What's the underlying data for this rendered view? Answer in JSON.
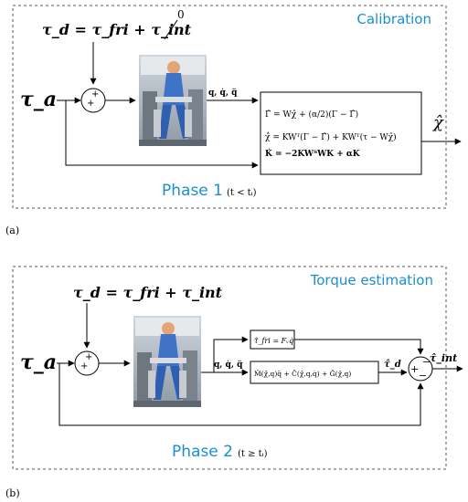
{
  "panels": [
    {
      "tag": "(a)",
      "title": "Calibration",
      "phase_label": "Phase 1",
      "phase_condition": "(t < tᵢ)",
      "disturbance_eq": "τ_d = τ_fri + τ_int",
      "zero_label": "0",
      "input_label": "τ_a",
      "state_label": "q, q̇, q̈",
      "equations": [
        "Γ̂ = Wχ̂ + (α/2)(Γ − Γ̂)",
        "χ̂̇ = KWᵀ(Γ − Γ̂) + KWᵀ(τ − Wχ̂)",
        "K̇ = −2KWᵀWK + αK"
      ],
      "output_label": "χ̂"
    },
    {
      "tag": "(b)",
      "title": "Torque estimation",
      "phase_label": "Phase 2",
      "phase_condition": "(t ≥ tᵢ)",
      "disturbance_eq": "τ_d = τ_fri + τ_int",
      "input_label": "τ_a",
      "state_label": "q, q̇, q̈",
      "friction_eq": "τ̂_fri = Fᵥq̇",
      "dynamics_eq": "M̂(χ̂,q)q̈ + Ĉ(χ̂,q,q̇) + Ĝ(χ̂,q)",
      "torque_d_label": "τ̂_d",
      "output_label": "τ̂_int"
    }
  ],
  "colors": {
    "accent": "#1a8fd0",
    "line": "#000000",
    "dash": "#555555"
  }
}
